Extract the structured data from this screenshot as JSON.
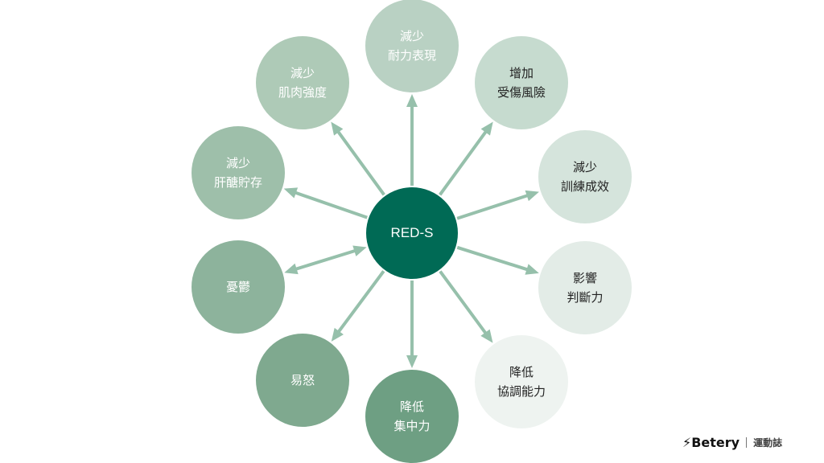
{
  "center": {
    "label": "RED-S",
    "color": "#006a55"
  },
  "arrow_color": "#96c0ab",
  "nodes": [
    {
      "line1": "減少",
      "line2": "耐力表現",
      "color": "#b9d1c3",
      "text_color": "#ffffff",
      "bidirectional": false
    },
    {
      "line1": "增加",
      "line2": "受傷風險",
      "color": "#c6dbcf",
      "text_color": "#222222",
      "bidirectional": false
    },
    {
      "line1": "減少",
      "line2": "訓練成效",
      "color": "#d5e4dc",
      "text_color": "#222222",
      "bidirectional": false
    },
    {
      "line1": "影響",
      "line2": "判斷力",
      "color": "#e3ece7",
      "text_color": "#222222",
      "bidirectional": false
    },
    {
      "line1": "降低",
      "line2": "協調能力",
      "color": "#eef3f0",
      "text_color": "#222222",
      "bidirectional": false
    },
    {
      "line1": "降低",
      "line2": "集中力",
      "color": "#6e9f83",
      "text_color": "#ffffff",
      "bidirectional": false
    },
    {
      "line1": "易怒",
      "line2": "",
      "color": "#7fa98f",
      "text_color": "#ffffff",
      "bidirectional": false
    },
    {
      "line1": "憂鬱",
      "line2": "",
      "color": "#8db39c",
      "text_color": "#ffffff",
      "bidirectional": true
    },
    {
      "line1": "減少",
      "line2": "肝醣貯存",
      "color": "#9ebfaa",
      "text_color": "#ffffff",
      "bidirectional": false
    },
    {
      "line1": "減少",
      "line2": "肌肉強度",
      "color": "#aecab7",
      "text_color": "#ffffff",
      "bidirectional": false
    }
  ],
  "brand": {
    "name": "Betery",
    "sub": "運動誌"
  }
}
